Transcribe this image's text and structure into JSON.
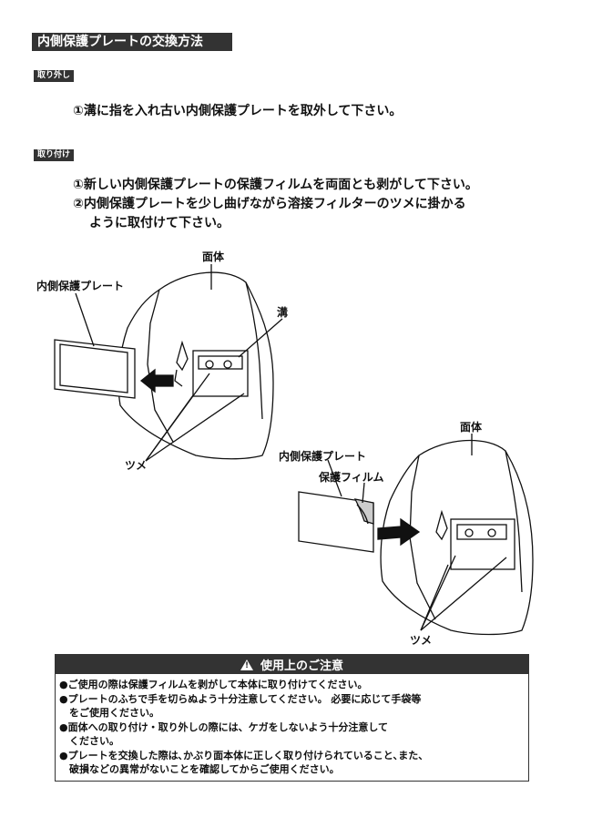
{
  "title": "内側保護プレートの交換方法",
  "remove": {
    "tag": "取り外し",
    "line1": "①溝に指を入れ古い内側保護プレートを取外して下さい。"
  },
  "install": {
    "tag": "取り付け",
    "line1": "①新しい内側保護プレートの保護フィルムを両面とも剥がして下さい。",
    "line2": "②内側保護プレートを少し曲げながら溶接フィルターのツメに掛かる",
    "line3": "ように取付けて下さい。"
  },
  "figure1": {
    "label_body": "面体",
    "label_plate": "内側保護プレート",
    "label_groove": "溝",
    "label_claw": "ツメ"
  },
  "figure2": {
    "label_body": "面体",
    "label_plate": "内側保護プレート",
    "label_film": "保護フィルム",
    "label_claw": "ツメ"
  },
  "caution": {
    "icon": "warning-triangle-icon",
    "heading": "使用上のご注意",
    "lines": [
      "●ご使用の際は保護フィルムを剥がして本体に取り付けてください。",
      "●プレートのふちで手を切らぬよう十分注意してください。 必要に応じて手袋等",
      "　をご使用ください。",
      "●面体への取り付け・取り外しの際には、ケガをしないよう十分注意して",
      "　ください。",
      "●プレートを交換した際は､かぶり面本体に正しく取り付けられていること､また、",
      "　破損などの異常がないことを確認してからご使用ください。"
    ]
  }
}
